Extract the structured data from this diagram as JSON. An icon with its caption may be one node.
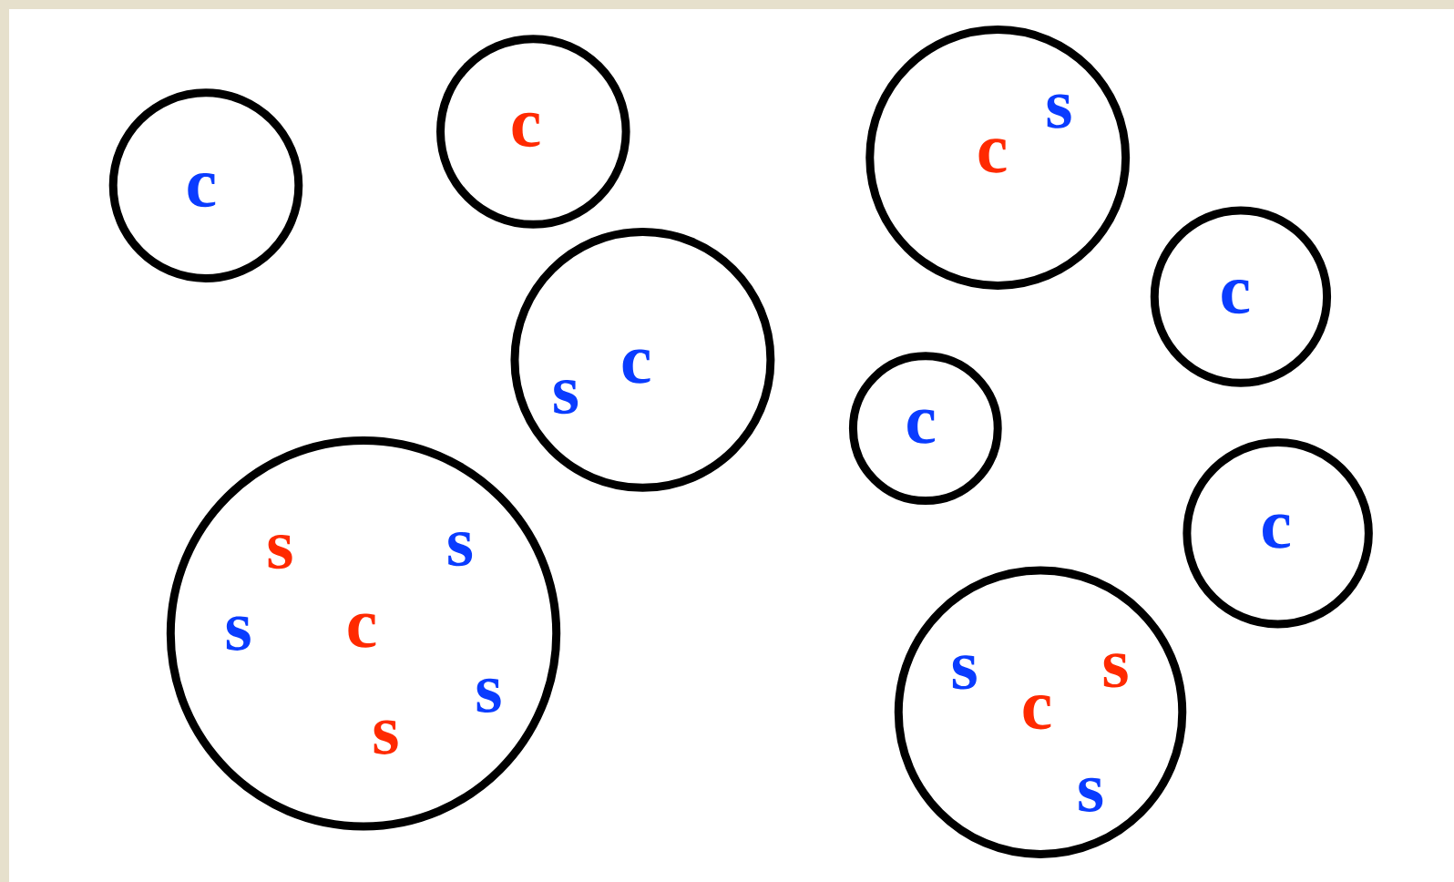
{
  "diagram": {
    "nodes": [
      {
        "text": [
          "c"
        ]
      },
      {
        "text": [
          "c"
        ]
      },
      {
        "text": [
          "s",
          "c"
        ]
      },
      {
        "text": [
          "c"
        ]
      },
      {
        "text": [
          "c",
          "s"
        ]
      },
      {
        "text": [
          "c"
        ]
      },
      {
        "text": [
          "s",
          "s",
          "s",
          "c",
          "s",
          "s"
        ]
      },
      {
        "text": [
          "c"
        ]
      },
      {
        "text": [
          "s",
          "s",
          "c",
          "s"
        ]
      }
    ]
  }
}
